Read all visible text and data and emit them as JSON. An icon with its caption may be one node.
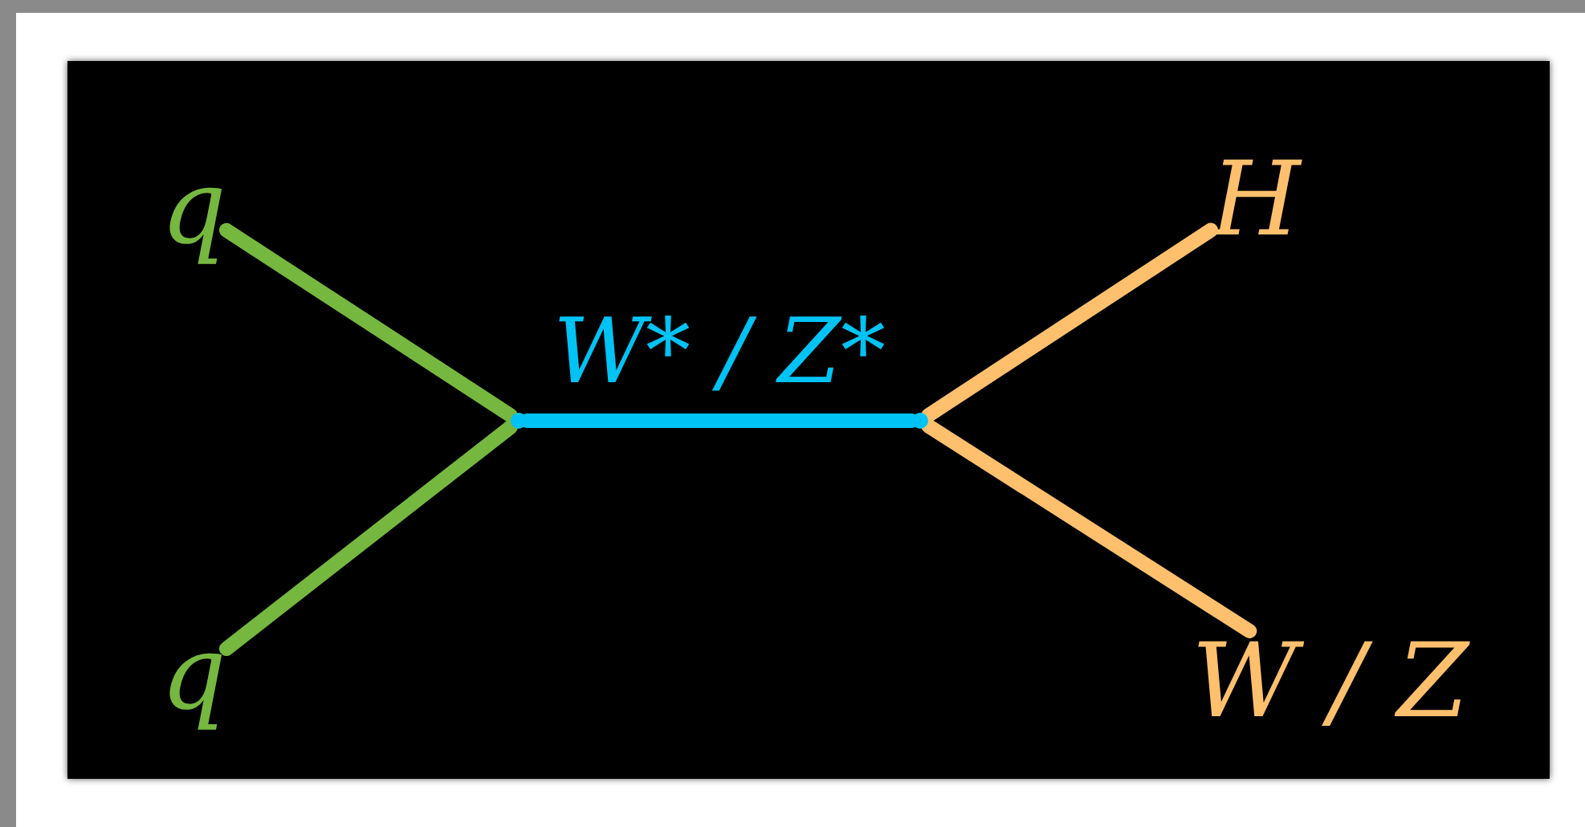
{
  "diagram": {
    "nodes": [
      {
        "text": [
          "q"
        ]
      },
      {
        "text": [
          "q"
        ]
      },
      {
        "text": [],
        "shape": "dot"
      },
      {
        "text": [],
        "shape": "dot"
      },
      {
        "text": [
          "H"
        ]
      },
      {
        "text": [
          "W / Z"
        ]
      }
    ],
    "edges": [
      {
        "from": 0,
        "to": 2,
        "arrow": "none",
        "color": "#76b83f"
      },
      {
        "from": 1,
        "to": 2,
        "arrow": "none",
        "color": "#76b83f"
      },
      {
        "from": 2,
        "to": 3,
        "arrow": "none",
        "color": "#00c3f5",
        "label": "W* / Z*"
      },
      {
        "from": 3,
        "to": 4,
        "arrow": "none",
        "color": "#ffc06e"
      },
      {
        "from": 3,
        "to": 5,
        "arrow": "none",
        "color": "#ffc06e"
      }
    ]
  }
}
